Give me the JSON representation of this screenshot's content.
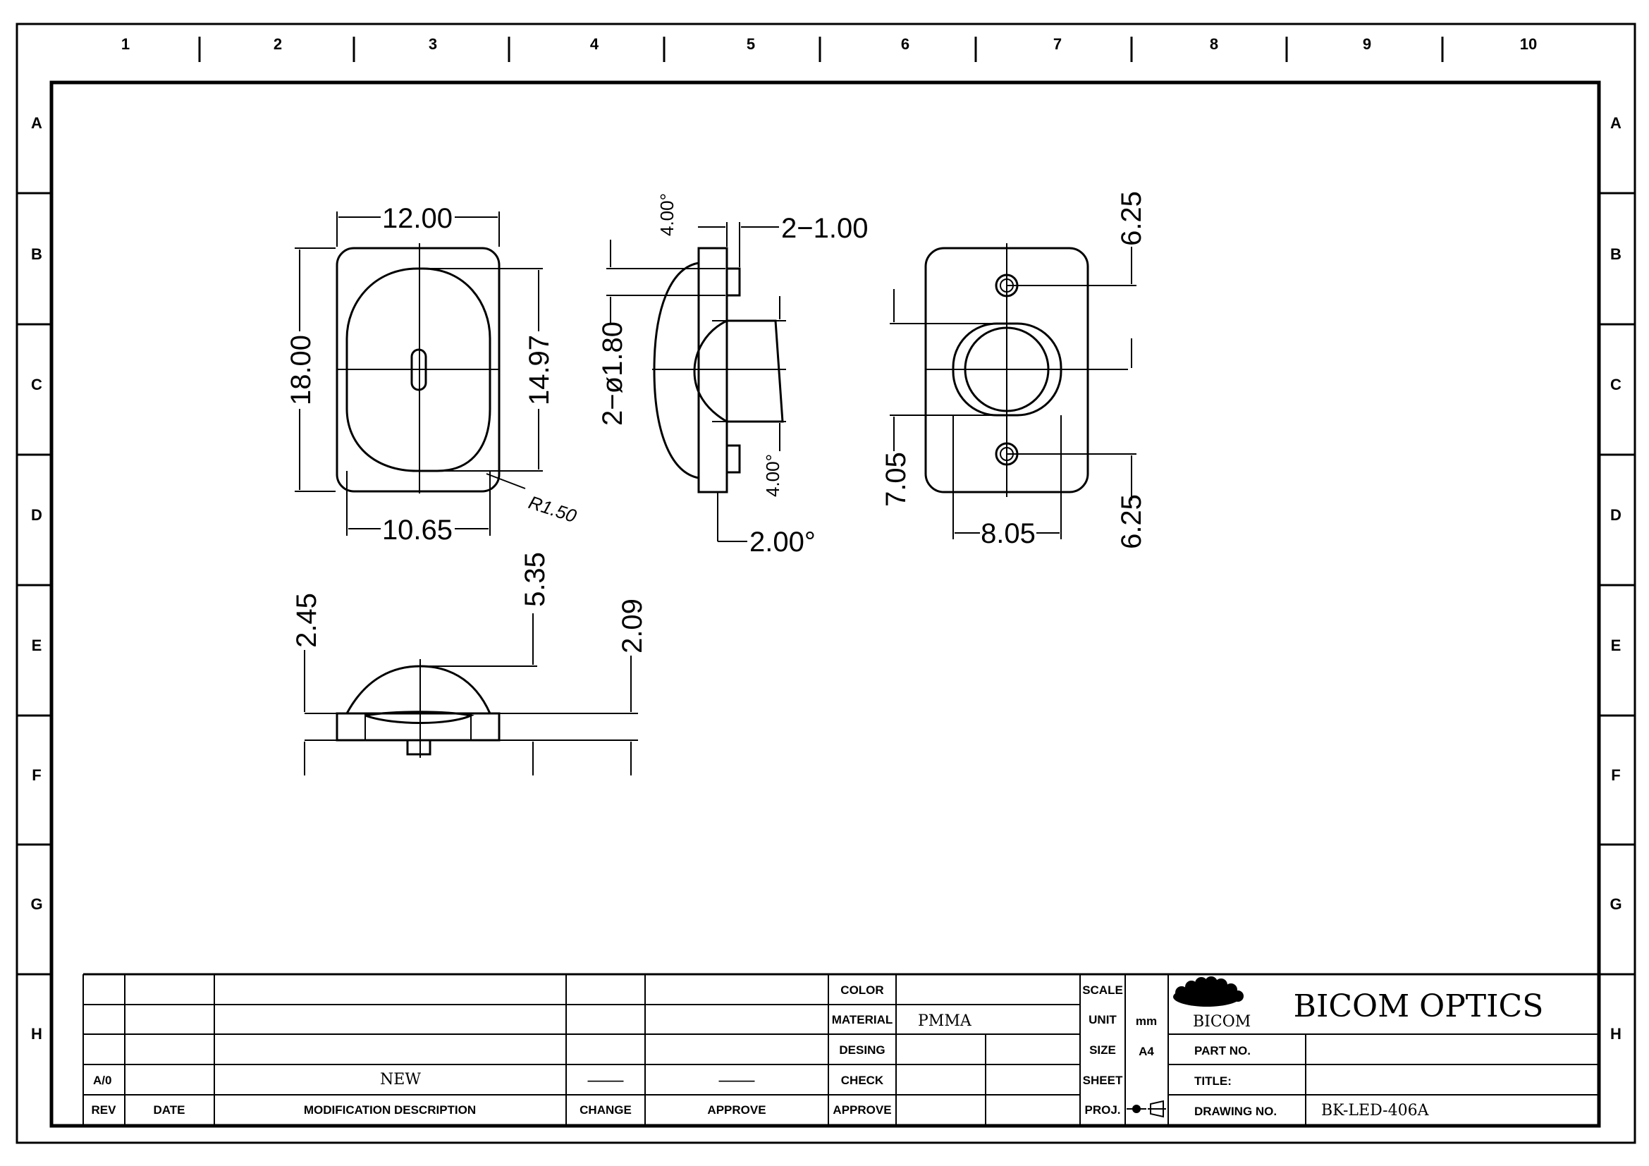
{
  "zones": {
    "cols": [
      "1",
      "2",
      "3",
      "4",
      "5",
      "6",
      "7",
      "8",
      "9",
      "10"
    ],
    "rows": [
      "A",
      "B",
      "C",
      "D",
      "E",
      "F",
      "G",
      "H"
    ]
  },
  "dims": {
    "w_top": "12.00",
    "h_left": "18.00",
    "h_inner": "14.97",
    "w_bottom": "10.65",
    "radius": "R1.50",
    "angle_top": "4.00°",
    "pin_w": "2−1.00",
    "pin_dia": "2−ø1.80",
    "angle_bottom": "4.00°",
    "base_th": "2.00°",
    "right_top": "6.25",
    "right_left": "7.05",
    "right_w": "8.05",
    "right_bottom": "6.25",
    "side_a": "2.45",
    "side_b": "5.35",
    "side_c": "2.09"
  },
  "title_block": {
    "rev_value": "A/0",
    "desc_value": "NEW",
    "change_value": "———",
    "approve_value": "———",
    "hdr_rev": "REV",
    "hdr_date": "DATE",
    "hdr_desc": "MODIFICATION  DESCRIPTION",
    "hdr_change": "CHANGE",
    "hdr_approve": "APPROVE",
    "lbl_color": "COLOR",
    "lbl_material": "MATERIAL",
    "val_material": "PMMA",
    "lbl_desing": "DESING",
    "lbl_check": "CHECK",
    "lbl_approve": "APPROVE",
    "lbl_scale": "SCALE",
    "lbl_unit": "UNIT",
    "val_unit": "mm",
    "lbl_size": "SIZE",
    "val_size": "A4",
    "lbl_sheet": "SHEET",
    "lbl_proj": "PROJ.",
    "logo_text": "BICOM",
    "company": "BICOM OPTICS",
    "lbl_partno": "PART  NO.",
    "lbl_title": "TITLE:",
    "lbl_drawno": "DRAWING  NO.",
    "val_drawno": "BK-LED-406A"
  }
}
